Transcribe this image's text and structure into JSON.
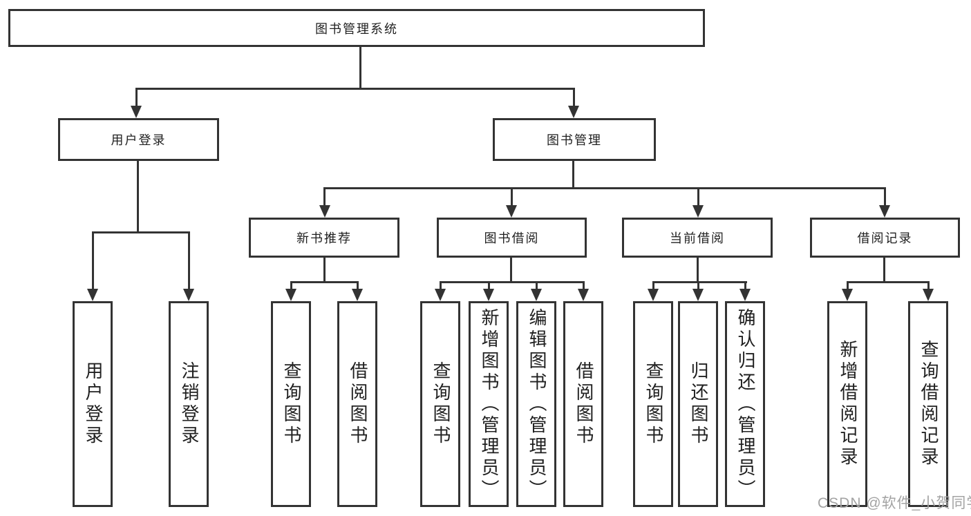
{
  "colors": {
    "line": "#333333",
    "text": "#1f1f1f",
    "box_background": "#ffffff",
    "watermark": "#a3a3a3"
  },
  "watermark": {
    "text": "CSDN @软件_小贺同学"
  },
  "tree": {
    "root": {
      "label": "图书管理系统",
      "children": [
        {
          "label": "用户登录",
          "children": [
            {
              "label": "用户登录"
            },
            {
              "label": "注销登录"
            }
          ]
        },
        {
          "label": "图书管理",
          "children": [
            {
              "label": "新书推荐",
              "children": [
                {
                  "label": "查询图书"
                },
                {
                  "label": "借阅图书"
                }
              ]
            },
            {
              "label": "图书借阅",
              "children": [
                {
                  "label": "查询图书"
                },
                {
                  "label": "新增图书（管理员）"
                },
                {
                  "label": "编辑图书（管理员）"
                },
                {
                  "label": "借阅图书"
                }
              ]
            },
            {
              "label": "当前借阅",
              "children": [
                {
                  "label": "查询图书"
                },
                {
                  "label": "归还图书"
                },
                {
                  "label": "确认归还（管理员）"
                }
              ]
            },
            {
              "label": "借阅记录",
              "children": [
                {
                  "label": "新增借阅记录"
                },
                {
                  "label": "查询借阅记录"
                }
              ]
            }
          ]
        }
      ]
    }
  }
}
